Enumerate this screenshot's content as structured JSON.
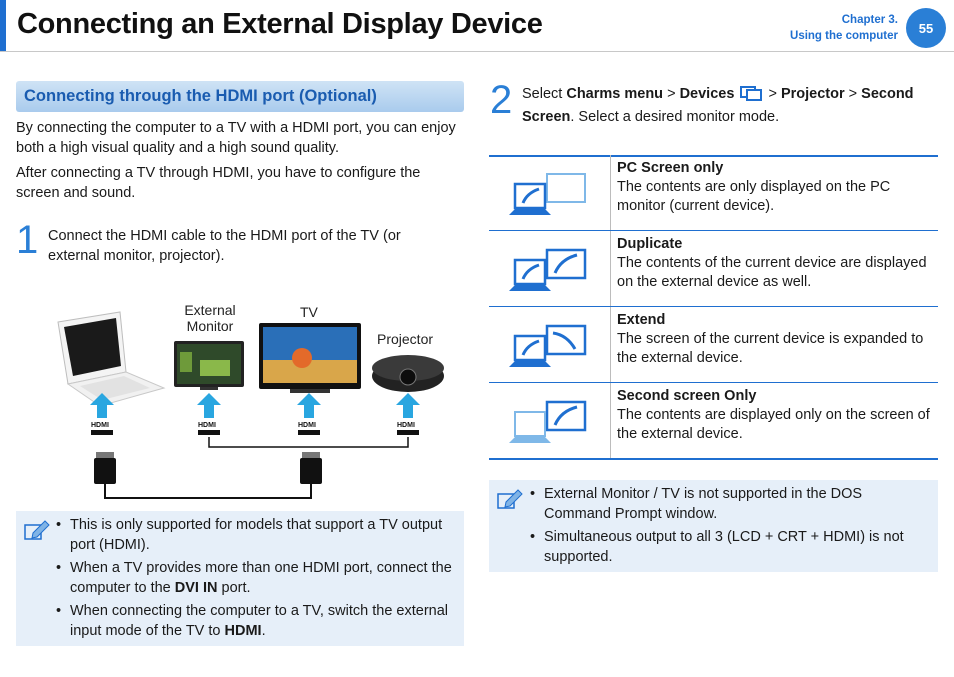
{
  "header": {
    "title": "Connecting an External Display Device",
    "chapter": "Chapter 3.",
    "chapter_sub": "Using the computer",
    "page_number": "55"
  },
  "left": {
    "section_title": "Connecting through the HDMI port (Optional)",
    "para1": "By connecting the computer to a TV with a HDMI port, you can enjoy both a high visual quality and a high sound quality.",
    "para2": "After connecting a TV through HDMI, you have to configure the screen and sound.",
    "step1_number": "1",
    "step1_text": "Connect the HDMI cable to the HDMI port of the TV (or external monitor, projector).",
    "diagram_labels": {
      "external_monitor_1": "External",
      "external_monitor_2": "Monitor",
      "tv": "TV",
      "projector": "Projector",
      "port_mark": "HDMI"
    },
    "notes": [
      {
        "text": "This is only supported for models that support a TV output port (HDMI)."
      },
      {
        "pre": "When a TV provides more than one HDMI port, connect the computer to the ",
        "bold": "DVI IN",
        "post": " port."
      },
      {
        "pre": "When connecting the computer to a TV, switch the external input mode of the TV to ",
        "bold": "HDMI",
        "post": "."
      }
    ]
  },
  "right": {
    "step2_number": "2",
    "step2": {
      "t1": "Select ",
      "b1": "Charms menu",
      "t2": " > ",
      "b2": "Devices",
      "t3": " > ",
      "b3": "Projector",
      "t4": " > ",
      "b4": "Second Screen",
      "t5": ". Select a desired monitor mode."
    },
    "modes": [
      {
        "title": "PC Screen only",
        "desc": "The contents are only displayed on the PC monitor (current device)."
      },
      {
        "title": "Duplicate",
        "desc": "The contents of the current device are displayed on the external device as well."
      },
      {
        "title": "Extend",
        "desc": "The screen of the current device is expanded to the external device."
      },
      {
        "title": "Second screen Only",
        "desc": "The contents are displayed only on the screen of the external device."
      }
    ],
    "notes": [
      {
        "text": "External Monitor / TV is not supported in the DOS Command Prompt window."
      },
      {
        "text": "Simultaneous output to all 3 (LCD + CRT + HDMI) is not supported."
      }
    ]
  },
  "colors": {
    "accent": "#1f6fd0",
    "note_bg": "#e6eff9",
    "icon_blue": "#2a7fd6"
  }
}
